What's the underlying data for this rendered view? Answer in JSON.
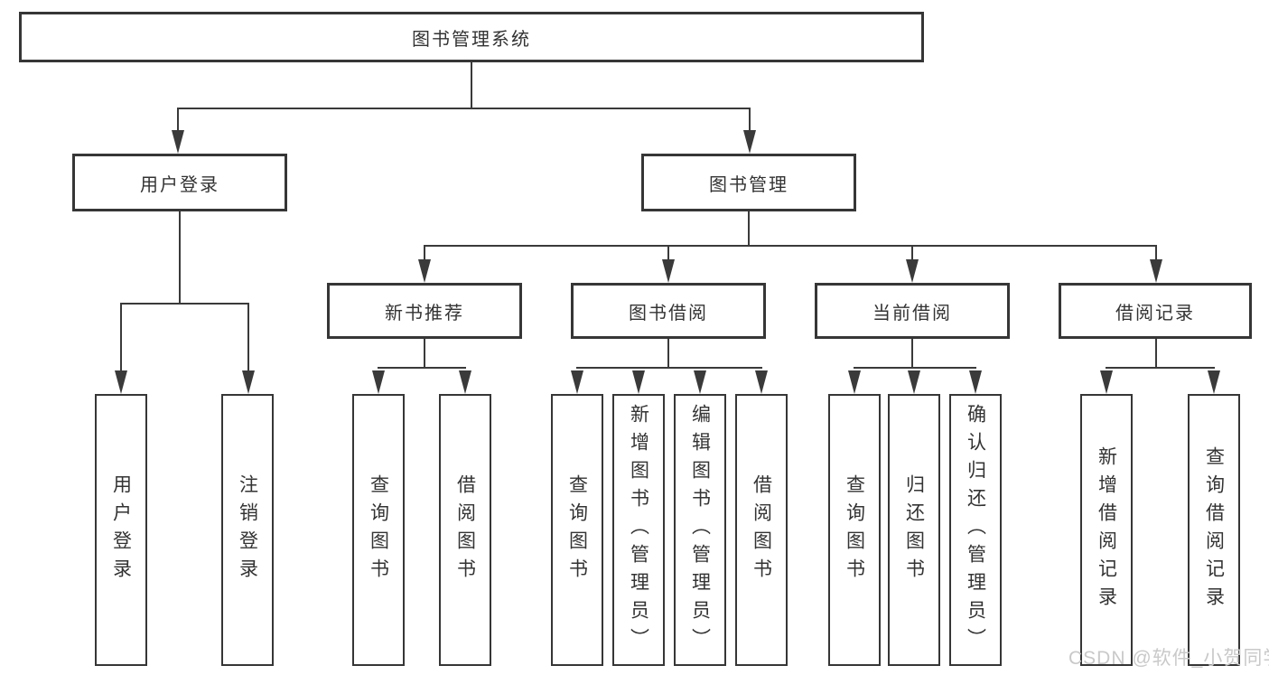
{
  "diagram": {
    "watermark": "CSDN @软件_小贺同学",
    "colors": {
      "background": "#ffffff",
      "box_border": "#363636",
      "connector_line": "#3a3a3a",
      "text": "#333333",
      "watermark_text": "#c9c9c9"
    },
    "root": {
      "label": "图书管理系统"
    },
    "branches": [
      {
        "label": "用户登录",
        "children": [
          {
            "label": "用户登录"
          },
          {
            "label": "注销登录"
          }
        ]
      },
      {
        "label": "图书管理",
        "children": [
          {
            "label": "新书推荐",
            "children": [
              {
                "label": "查询图书"
              },
              {
                "label": "借阅图书"
              }
            ]
          },
          {
            "label": "图书借阅",
            "children": [
              {
                "label": "查询图书"
              },
              {
                "label": "新增图书（管理员）"
              },
              {
                "label": "编辑图书（管理员）"
              },
              {
                "label": "借阅图书"
              }
            ]
          },
          {
            "label": "当前借阅",
            "children": [
              {
                "label": "查询图书"
              },
              {
                "label": "归还图书"
              },
              {
                "label": "确认归还（管理员）"
              }
            ]
          },
          {
            "label": "借阅记录",
            "children": [
              {
                "label": "新增借阅记录"
              },
              {
                "label": "查询借阅记录"
              }
            ]
          }
        ]
      }
    ]
  }
}
